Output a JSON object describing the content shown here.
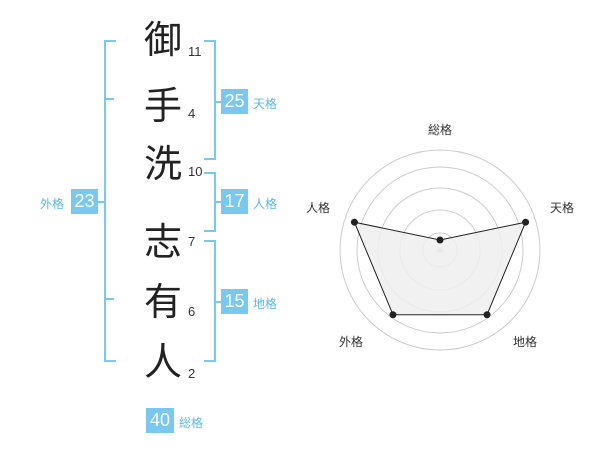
{
  "characters": [
    {
      "char": "御",
      "strokes": "11"
    },
    {
      "char": "手",
      "strokes": "4"
    },
    {
      "char": "洗",
      "strokes": "10"
    },
    {
      "char": "志",
      "strokes": "7"
    },
    {
      "char": "有",
      "strokes": "6"
    },
    {
      "char": "人",
      "strokes": "2"
    }
  ],
  "fortunes": {
    "tenkaku": {
      "value": "25",
      "label": "天格"
    },
    "jinkaku": {
      "value": "17",
      "label": "人格"
    },
    "chikaku": {
      "value": "15",
      "label": "地格"
    },
    "gaikaku": {
      "value": "23",
      "label": "外格"
    },
    "soukaku": {
      "value": "40",
      "label": "総格"
    }
  },
  "radar": {
    "axis_labels": [
      "総格",
      "天格",
      "地格",
      "外格",
      "人格"
    ],
    "levels": [
      0.1,
      0.9,
      0.8,
      0.8,
      0.9
    ],
    "colors": {
      "fill": "#eeeeee",
      "line": "#222222",
      "ring": "#cccccc",
      "center": "#c8c8c8"
    }
  },
  "colors": {
    "accent": "#78c8f0"
  }
}
